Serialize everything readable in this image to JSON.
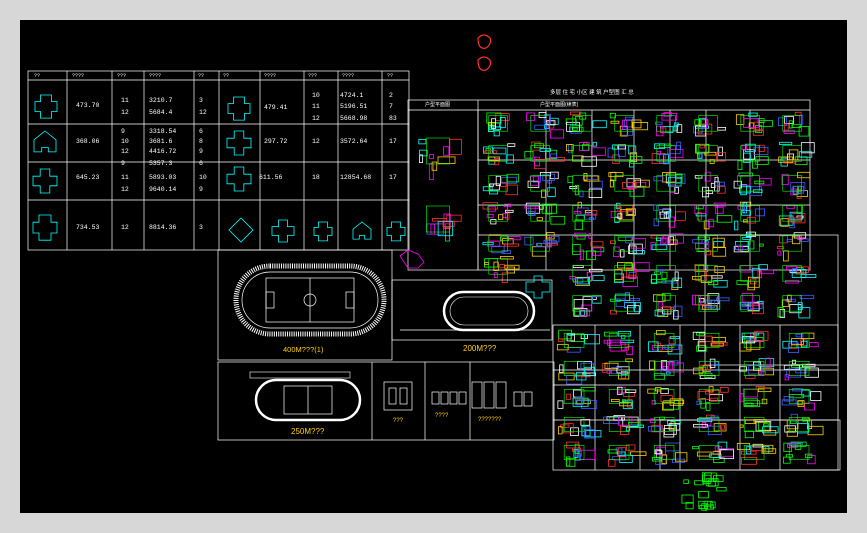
{
  "drawing": {
    "background": "#000000",
    "line_color": "#ffffff",
    "outline_color": "#00ffff",
    "plan_colors": [
      "#00ff00",
      "#ffffff",
      "#ff3030",
      "#00ffff",
      "#ff00ff",
      "#ffd000",
      "#4060ff"
    ]
  },
  "area_table": {
    "header": [
      "??",
      "????",
      "???",
      "????",
      "??",
      "??",
      "????",
      "???",
      "????",
      "??"
    ],
    "rows": [
      {
        "left_area": "473.70",
        "left_levels": [
          "11",
          "12"
        ],
        "left_totals": [
          "3210.7",
          "5684.4"
        ],
        "left_count": [
          "3",
          "12"
        ],
        "right_area": "479.41",
        "right_levels": [
          "10",
          "11",
          "12"
        ],
        "right_totals": [
          "4724.1",
          "5196.51",
          "5668.98"
        ],
        "right_count": [
          "2",
          "7",
          "83"
        ]
      },
      {
        "left_area": "368.06",
        "left_levels": [
          "9",
          "10",
          "12"
        ],
        "left_totals": [
          "3318.54",
          "3681.6",
          "4416.72"
        ],
        "left_count": [
          "6",
          "8",
          "9"
        ],
        "right_area": "297.72",
        "right_levels": [
          "12"
        ],
        "right_totals": [
          "3572.64"
        ],
        "right_count": [
          "17"
        ]
      },
      {
        "left_area": "645.23",
        "left_levels": [
          "9",
          "11",
          "12"
        ],
        "left_totals": [
          "5357.3",
          "5893.03",
          "9640.14"
        ],
        "left_count": [
          "6",
          "10",
          "9"
        ],
        "right_area": "611.56",
        "right_levels": [
          "18"
        ],
        "right_totals": [
          "12854.68"
        ],
        "right_count": [
          "17"
        ]
      },
      {
        "left_area": "734.53",
        "left_levels": [
          "12"
        ],
        "left_totals": [
          "8814.36"
        ],
        "left_count": [
          "3"
        ]
      }
    ]
  },
  "sheet_title": "多层 住 宅 小区 建 筑 户型图 汇 总",
  "sheet_subheaders": [
    "户型平面图",
    "户型平面图(续表)"
  ],
  "tracks": {
    "track_400": "400M???(1)",
    "track_200": "200M???",
    "track_250": "250M???"
  },
  "courts": {
    "label_a": "???",
    "label_b": "????",
    "label_c": "???????"
  }
}
